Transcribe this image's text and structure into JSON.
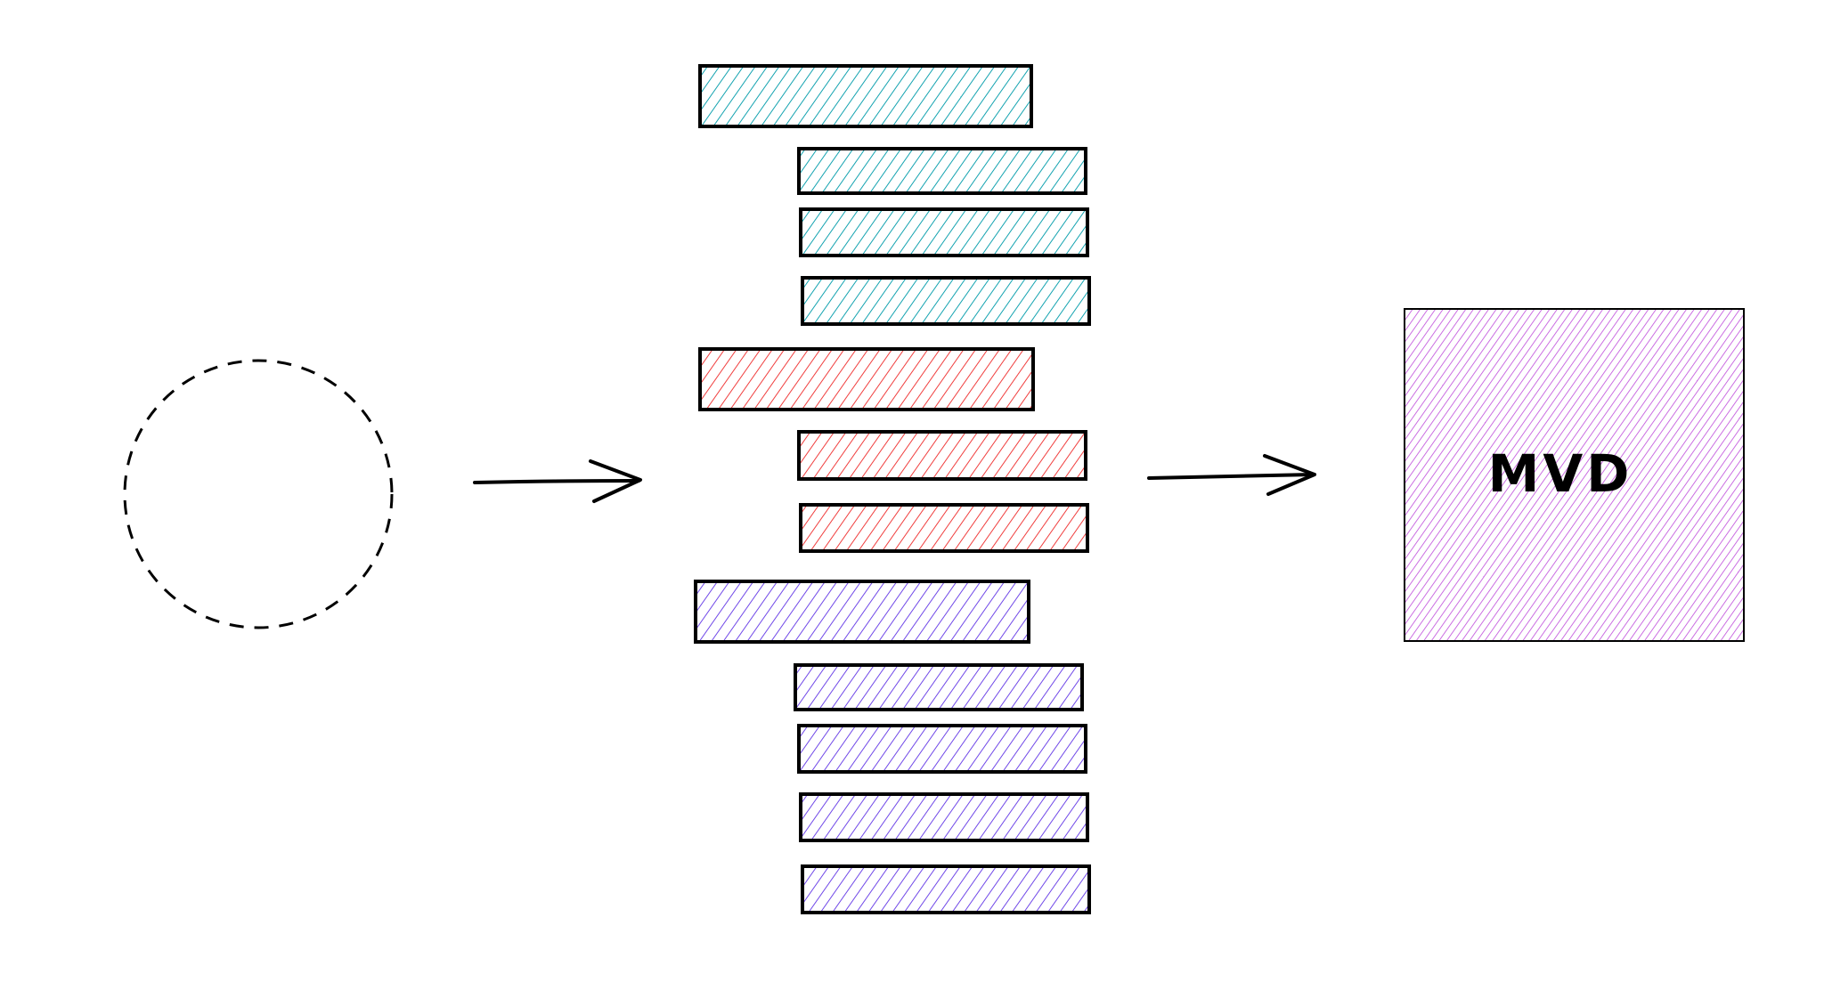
{
  "colors": {
    "teal": "#14a3b0",
    "red": "#f03e3e",
    "violet": "#7048e8",
    "purple": "#be4bdb",
    "stroke": "#000000",
    "background": "#ffffff"
  },
  "source": {
    "shape": "circle",
    "style": "dashed-outline"
  },
  "arrows": [
    {
      "from": "source",
      "to": "feature-stack"
    },
    {
      "from": "feature-stack",
      "to": "mvd-box"
    }
  ],
  "feature_bars": [
    {
      "group": "teal",
      "level": "primary"
    },
    {
      "group": "teal",
      "level": "secondary"
    },
    {
      "group": "teal",
      "level": "secondary"
    },
    {
      "group": "teal",
      "level": "secondary"
    },
    {
      "group": "red",
      "level": "primary"
    },
    {
      "group": "red",
      "level": "secondary"
    },
    {
      "group": "red",
      "level": "secondary"
    },
    {
      "group": "violet",
      "level": "primary"
    },
    {
      "group": "violet",
      "level": "secondary"
    },
    {
      "group": "violet",
      "level": "secondary"
    },
    {
      "group": "violet",
      "level": "secondary"
    },
    {
      "group": "violet",
      "level": "secondary"
    }
  ],
  "result": {
    "label": "MVD"
  }
}
